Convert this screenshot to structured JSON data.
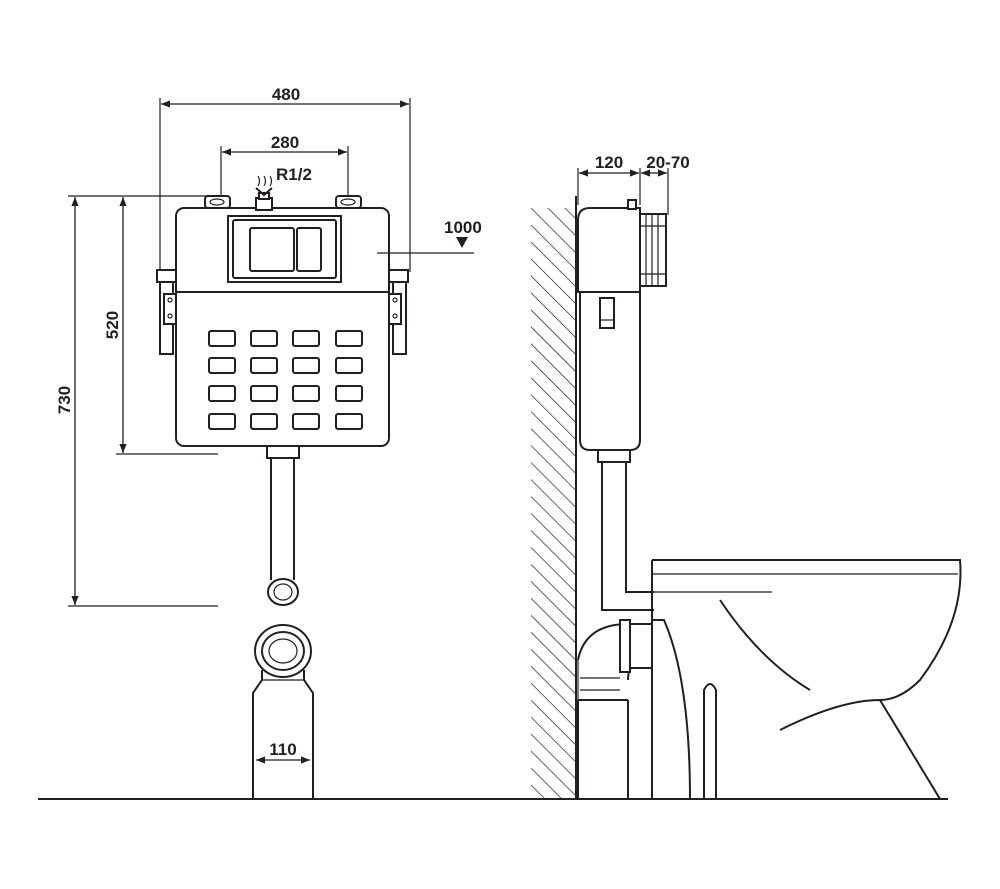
{
  "dimensions": {
    "overall_width": "480",
    "pipe_spacing": "280",
    "inlet_thread": "R1/2",
    "inlet_height": "1000",
    "frame_height": "520",
    "total_height": "730",
    "drain_diameter": "110",
    "cistern_depth": "120",
    "adjust_range": "20-70"
  }
}
